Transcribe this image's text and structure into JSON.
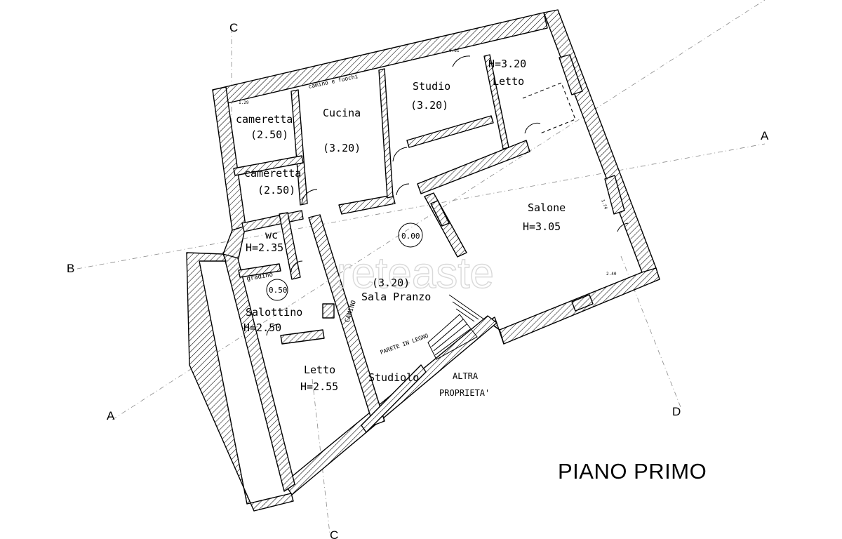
{
  "drawing": {
    "title": "PIANO PRIMO",
    "watermark": "reteaste"
  },
  "rooms": [
    {
      "id": "cameretta1",
      "name": "cameretta",
      "height": "(2.50)"
    },
    {
      "id": "cameretta2",
      "name": "cameretta",
      "height": "(2.50)"
    },
    {
      "id": "cucina",
      "name": "Cucina",
      "height": "(3.20)"
    },
    {
      "id": "studio",
      "name": "Studio",
      "height": "(3.20)"
    },
    {
      "id": "letto_top",
      "name": "Letto",
      "height": "H=3.20"
    },
    {
      "id": "salone",
      "name": "Salone",
      "height": "H=3.05"
    },
    {
      "id": "wc",
      "name": "wc",
      "height": "H=2.35"
    },
    {
      "id": "sala_pranzo",
      "name": "Sala Pranzo",
      "height": "(3.20)"
    },
    {
      "id": "salottino",
      "name": "Salottino",
      "height": "H=2.50"
    },
    {
      "id": "letto_bottom",
      "name": "Letto",
      "height": "H=2.55"
    },
    {
      "id": "studiolo",
      "name": "Studiolo",
      "height": ""
    }
  ],
  "annotations": {
    "camino_e_fuochi": "camino e fuochi",
    "camino": "CAMINO",
    "parete_in_legno": "PARETE IN LEGNO",
    "gradino": "gradino",
    "altra_proprieta_line1": "ALTRA",
    "altra_proprieta_line2": "PROPRIETA'",
    "level_main": "0.00",
    "level_salottino": "0.50",
    "dim_129": "1.29",
    "dim_061": "0.61",
    "dim_240": "2.40",
    "dim_174": "1.74"
  },
  "section_marks": {
    "c_top": "C",
    "c_bottom": "C",
    "a_right": "A",
    "a_left": "A",
    "b_left": "B",
    "d_right": "D"
  },
  "colors": {
    "ink": "#000000",
    "hatch": "#000000",
    "section_line": "#8a8a8a",
    "watermark": "#d9d9d9"
  }
}
